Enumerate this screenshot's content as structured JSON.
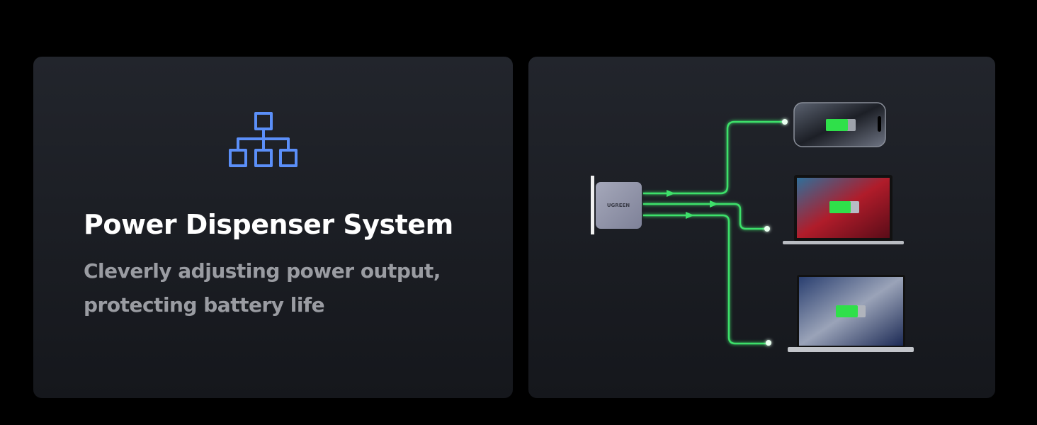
{
  "heading": "Power Dispenser System",
  "subtitle_lines": [
    "Cleverly adjusting power output,",
    "protecting battery life"
  ],
  "charger_brand": "UGREEN",
  "icon": "network-hierarchy-icon",
  "colors": {
    "accent_blue": "#5b8ff9",
    "flow_green": "#3ee06a",
    "battery_green": "#2fe04a"
  }
}
